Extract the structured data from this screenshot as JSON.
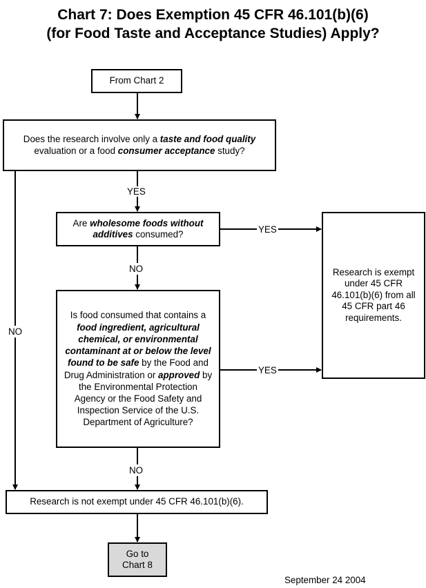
{
  "title": {
    "line1": "Chart 7:  Does Exemption 45 CFR 46.101(b)(6)",
    "line2": "(for Food Taste and Acceptance Studies) Apply?"
  },
  "nodes": {
    "start": "From Chart 2",
    "q1": {
      "t1": "Does the research involve only a ",
      "b1": "taste and food quality",
      "t2": " evaluation or a food ",
      "b2": "consumer acceptance",
      "t3": " study?"
    },
    "q2": {
      "t1": "Are ",
      "b1": "wholesome foods without additives",
      "t2": " consumed?"
    },
    "q3": {
      "t1": "Is food consumed that contains a ",
      "b1": "food ingredient, agricultural chemical, or environmental contaminant at or below the level found to be safe",
      "t2": " by the Food and Drug Administration or ",
      "b2": "approved",
      "t3": " by the Environmental Protection Agency or the Food Safety and Inspection Service of the U.S. Department of Agriculture?"
    },
    "exempt": "Research is exempt under 45 CFR 46.101(b)(6) from all 45 CFR part 46 requirements.",
    "not_exempt": "Research is not exempt under 45 CFR 46.101(b)(6).",
    "goto": "Go to Chart 8"
  },
  "labels": {
    "yes1": "YES",
    "yes2": "YES",
    "yes3": "YES",
    "no_left": "NO",
    "no2": "NO",
    "no3": "NO"
  },
  "footer": {
    "date": "September 24 2004"
  }
}
